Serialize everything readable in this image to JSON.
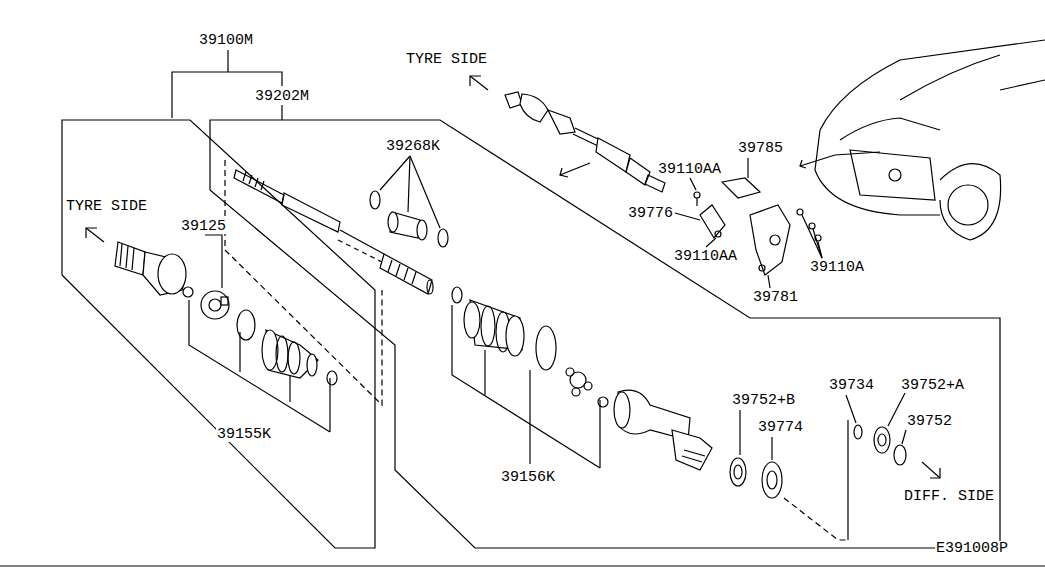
{
  "diagram": {
    "labels": [
      "39100M",
      "39202M",
      "TYRE SIDE",
      "39268K",
      "39785",
      "39110AA",
      "39776",
      "39110AA",
      "39110A",
      "39781",
      "TYRE SIDE",
      "39125",
      "39155K",
      "39156K",
      "39752+B",
      "39774",
      "39734",
      "39752+A",
      "39752",
      "DIFF. SIDE",
      "E391008P"
    ]
  }
}
